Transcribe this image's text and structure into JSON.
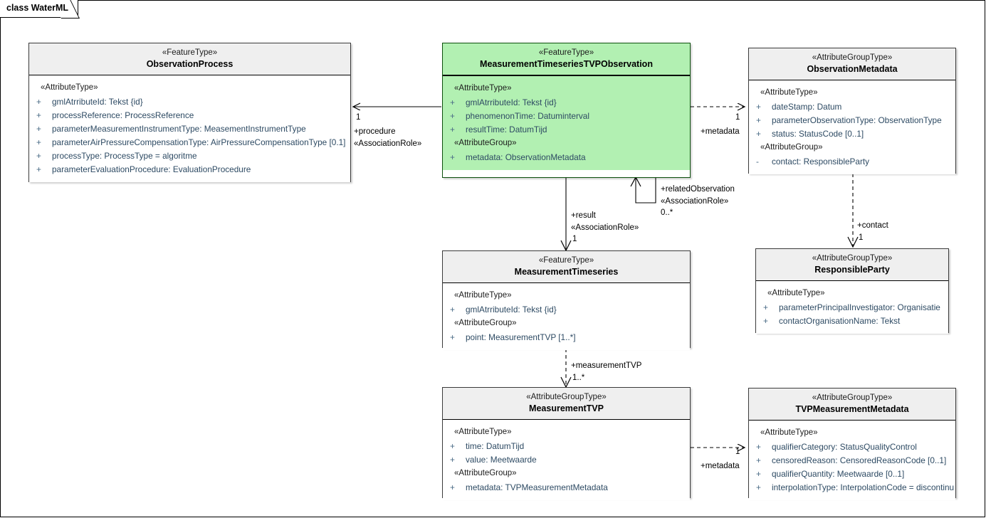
{
  "diagram": {
    "frame_title": "class WaterML",
    "accent_green": "#b2f0b2",
    "header_gray": "#efefef",
    "attribute_text_color": "#2d4a63"
  },
  "classes": {
    "observation_process": {
      "stereotype": "«FeatureType»",
      "name": "ObservationProcess",
      "groups": [
        {
          "label": "«AttributeType»",
          "attributes": [
            {
              "visibility": "+",
              "text": "gmlAtrributeId: Tekst {id}"
            },
            {
              "visibility": "+",
              "text": "processReference: ProcessReference"
            },
            {
              "visibility": "+",
              "text": "parameterMeasurementInstrumentType: MeasementInstrumentType"
            },
            {
              "visibility": "+",
              "text": "parameterAirPressureCompensationType: AirPressureCompensationType [0.1]"
            },
            {
              "visibility": "+",
              "text": "processType: ProcessType = algoritme"
            },
            {
              "visibility": "+",
              "text": "parameterEvaluationProcedure: EvaluationProcedure"
            }
          ]
        }
      ]
    },
    "measurement_timeseries_tvp_observation": {
      "stereotype": "«FeatureType»",
      "name": "MeasurementTimeseriesTVPObservation",
      "groups": [
        {
          "label": "«AttributeType»",
          "attributes": [
            {
              "visibility": "+",
              "text": "gmlAtrributeId: Tekst {id}"
            },
            {
              "visibility": "+",
              "text": "phenomenonTime: Datuminterval"
            },
            {
              "visibility": "+",
              "text": "resultTime: DatumTijd"
            }
          ]
        },
        {
          "label": "«AttributeGroup»",
          "attributes": [
            {
              "visibility": "+",
              "text": "metadata: ObservationMetadata"
            }
          ]
        }
      ]
    },
    "observation_metadata": {
      "stereotype": "«AttributeGroupType»",
      "name": "ObservationMetadata",
      "groups": [
        {
          "label": "«AttributeType»",
          "attributes": [
            {
              "visibility": "+",
              "text": "dateStamp: Datum"
            },
            {
              "visibility": "+",
              "text": "parameterObservationType: ObservationType"
            },
            {
              "visibility": "+",
              "text": "status: StatusCode [0..1]"
            }
          ]
        },
        {
          "label": "«AttributeGroup»",
          "attributes": [
            {
              "visibility": "-",
              "text": "contact: ResponsibleParty"
            }
          ]
        }
      ]
    },
    "measurement_timeseries": {
      "stereotype": "«FeatureType»",
      "name": "MeasurementTimeseries",
      "groups": [
        {
          "label": "«AttributeType»",
          "attributes": [
            {
              "visibility": "+",
              "text": "gmlAtrributeId: Tekst {id}"
            }
          ]
        },
        {
          "label": "«AttributeGroup»",
          "attributes": [
            {
              "visibility": "+",
              "text": "point: MeasurementTVP [1..*]"
            }
          ]
        }
      ]
    },
    "responsible_party": {
      "stereotype": "«AttributeGroupType»",
      "name": "ResponsibleParty",
      "groups": [
        {
          "label": "«AttributeType»",
          "attributes": [
            {
              "visibility": "+",
              "text": "parameterPrincipalInvestigator: Organisatie"
            },
            {
              "visibility": "+",
              "text": "contactOrganisationName: Tekst"
            }
          ]
        }
      ]
    },
    "measurement_tvp": {
      "stereotype": "«AttributeGroupType»",
      "name": "MeasurementTVP",
      "groups": [
        {
          "label": "«AttributeType»",
          "attributes": [
            {
              "visibility": "+",
              "text": "time: DatumTijd"
            },
            {
              "visibility": "+",
              "text": "value: Meetwaarde"
            }
          ]
        },
        {
          "label": "«AttributeGroup»",
          "attributes": [
            {
              "visibility": "+",
              "text": "metadata: TVPMeasurementMetadata"
            }
          ]
        }
      ]
    },
    "tvp_measurement_metadata": {
      "stereotype": "«AttributeGroupType»",
      "name": "TVPMeasurementMetadata",
      "groups": [
        {
          "label": "«AttributeType»",
          "attributes": [
            {
              "visibility": "+",
              "text": "qualifierCategory: StatusQualityControl"
            },
            {
              "visibility": "+",
              "text": "censoredReason: CensoredReasonCode [0..1]"
            },
            {
              "visibility": "+",
              "text": "qualifierQuantity: Meetwaarde [0..1]"
            },
            {
              "visibility": "+",
              "text": "interpolationType: InterpolationCode = discontinu"
            }
          ]
        }
      ]
    }
  },
  "connectors": {
    "procedure": {
      "role": "+procedure",
      "stereotype": "«AssociationRole»",
      "multiplicity": "1"
    },
    "metadata_observation": {
      "role": "+metadata",
      "multiplicity": "1"
    },
    "related_observation": {
      "role": "+relatedObservation",
      "stereotype": "«AssociationRole»",
      "multiplicity": "0..*"
    },
    "result": {
      "role": "+result",
      "stereotype": "«AssociationRole»",
      "multiplicity": "1"
    },
    "contact": {
      "role": "+contact",
      "multiplicity": "1"
    },
    "measurement_tvp": {
      "role": "+measurementTVP",
      "multiplicity": "1..*"
    },
    "metadata_tvp": {
      "role": "+metadata",
      "multiplicity": "1"
    }
  }
}
